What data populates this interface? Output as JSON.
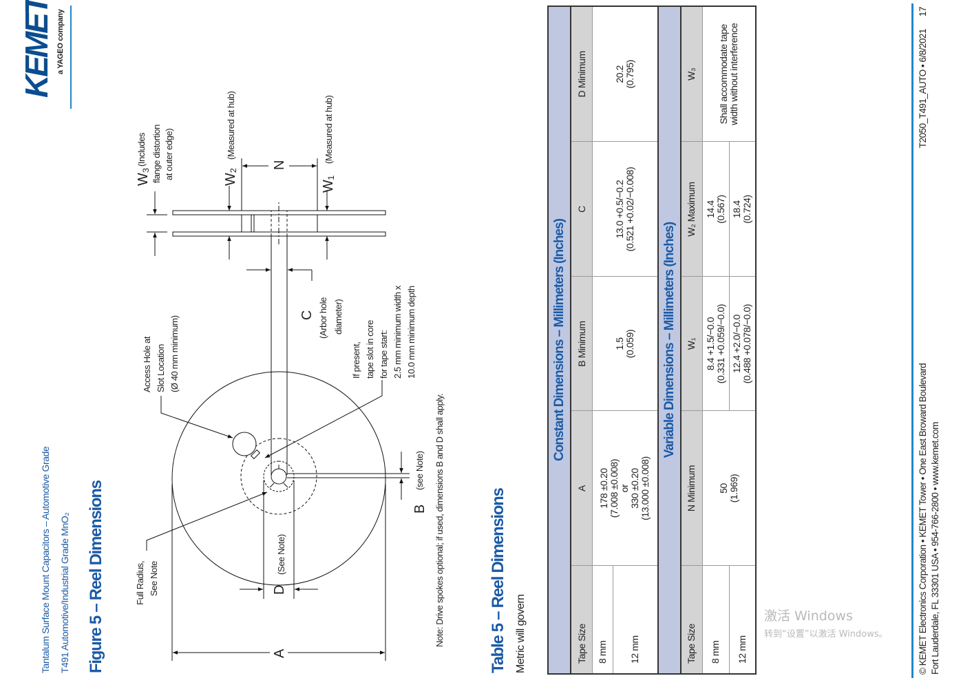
{
  "header": {
    "line1": "Tantalum Surface Mount Capacitors – Automotive Grade",
    "line2": "T491 Automotive/Industrial Grade MnO₂",
    "logo": "KEMET",
    "logo_tagline": "a YAGEO company"
  },
  "figure": {
    "title": "Figure 5 – Reel Dimensions",
    "labels": {
      "w3": "W₃",
      "w3_note": [
        "(Includes",
        "flange distortion",
        "at outer edge)"
      ],
      "w2": "W₂",
      "w2_note": "(Measured at hub)",
      "n": "N",
      "w1": "W₁",
      "w1_note": "(Measured at hub)",
      "access_hole": [
        "Access Hole at",
        "Slot Location",
        "(Ø 40 mm minimum)"
      ],
      "c": "C",
      "c_note": [
        "(Arbor hole",
        "diameter)"
      ],
      "tape_slot": [
        "If present,",
        "tape slot in core",
        "for tape start:",
        "2.5 mm minimum width x",
        "10.0 mm minimum depth"
      ],
      "full_radius": [
        "Full Radius,",
        "See Note"
      ],
      "d": "D",
      "d_note": "(See Note)",
      "a": "A",
      "b": "B",
      "b_note": "(see Note)"
    },
    "note": "Note: Drive spokes optional; if used, dimensions B and D shall apply."
  },
  "table": {
    "title": "Table 5 – Reel Dimensions",
    "subtitle": "Metric will govern",
    "constant": {
      "heading": "Constant Dimensions – Millimeters (Inches)",
      "columns": [
        "Tape Size",
        "A",
        "B Minimum",
        "C",
        "D Minimum"
      ],
      "tape_sizes": [
        "8 mm",
        "12 mm"
      ],
      "a": [
        "178 ±0.20",
        "(7.008 ±0.008)",
        "or",
        "330 ±0.20",
        "(13.000 ±0.008)"
      ],
      "b": [
        "1.5",
        "(0.059)"
      ],
      "c": [
        "13.0 +0.5/−0.2",
        "(0.521 +0.02/−0.008)"
      ],
      "d": [
        "20.2",
        "(0.795)"
      ]
    },
    "variable": {
      "heading": "Variable Dimensions – Millimeters (Inches)",
      "columns": [
        "Tape Size",
        "N Minimum",
        "W₁",
        "W₂ Maximum",
        "W₃"
      ],
      "rows": [
        {
          "tape": "8 mm",
          "w1": [
            "8.4 +1.5/−0.0",
            "(0.331 +0.059/−0.0)"
          ],
          "w2": [
            "14.4",
            "(0.567)"
          ]
        },
        {
          "tape": "12 mm",
          "w1": [
            "12.4 +2.0/−0.0",
            "(0.488 +0.078/−0.0)"
          ],
          "w2": [
            "18.4",
            "(0.724)"
          ]
        }
      ],
      "n": [
        "50",
        "(1.969)"
      ],
      "w3": [
        "Shall accommodate tape",
        "width without interference"
      ]
    }
  },
  "footer": {
    "line1": "© KEMET Electronics Corporation • KEMET Tower • One East Broward Boulevard",
    "line2": "Fort Lauderdale, FL 33301 USA • 954-766-2800 • www.kemet.com",
    "doc_id": "T2050_T491_AUTO • 6/8/2021",
    "page_number": "17"
  },
  "watermark": {
    "line1": "激活 Windows",
    "line2": "转到“设置”以激活 Windows。"
  },
  "colors": {
    "brand_blue": "#1b5aa6",
    "rule_blue": "#1e88d0",
    "table_title_bg": "#bfc8e0",
    "table_header_bg": "#d4d4d4"
  }
}
